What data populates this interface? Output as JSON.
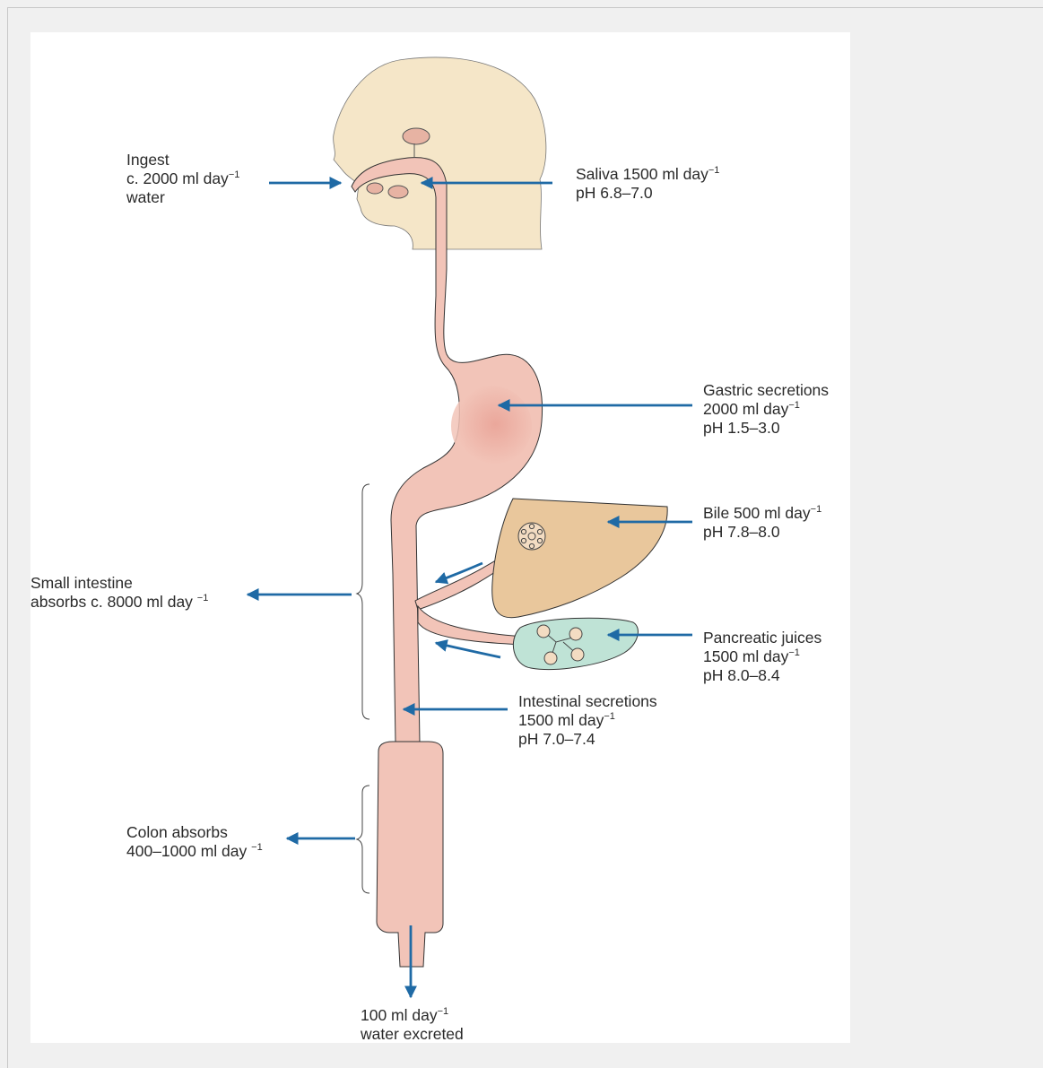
{
  "labels": {
    "ingest": {
      "line1": "Ingest",
      "line2": "c. 2000 ml day",
      "line2_sup": "−1",
      "line3": "water"
    },
    "saliva": {
      "line1": "Saliva 1500 ml day",
      "line1_sup": "−1",
      "line2": "pH 6.8–7.0"
    },
    "gastric": {
      "line1": "Gastric secretions",
      "line2": "2000 ml day",
      "line2_sup": "−1",
      "line3": "pH 1.5–3.0"
    },
    "bile": {
      "line1": "Bile 500 ml day",
      "line1_sup": "−1",
      "line2": "pH 7.8–8.0"
    },
    "small_intestine": {
      "line1": "Small intestine",
      "line2": "absorbs c. 8000 ml day ",
      "line2_sup": "−1"
    },
    "pancreatic": {
      "line1": "Pancreatic juices",
      "line2": "1500 ml day",
      "line2_sup": "−1",
      "line3": "pH 8.0–8.4"
    },
    "intestinal": {
      "line1": "Intestinal secretions",
      "line2": "1500 ml day",
      "line2_sup": "−1",
      "line3": "pH 7.0–7.4"
    },
    "colon": {
      "line1": "Colon absorbs",
      "line2": "400–1000 ml day ",
      "line2_sup": "−1"
    },
    "excreted": {
      "line1": "100 ml day",
      "line1_sup": "−1",
      "line2": "water excreted"
    }
  },
  "colors": {
    "arrow": "#1f6aa5",
    "gut": "#f2c4b8",
    "head": "#f5e6c8",
    "liver": "#e9c79c",
    "pancreas": "#bfe3d6",
    "stroke": "#333333"
  }
}
